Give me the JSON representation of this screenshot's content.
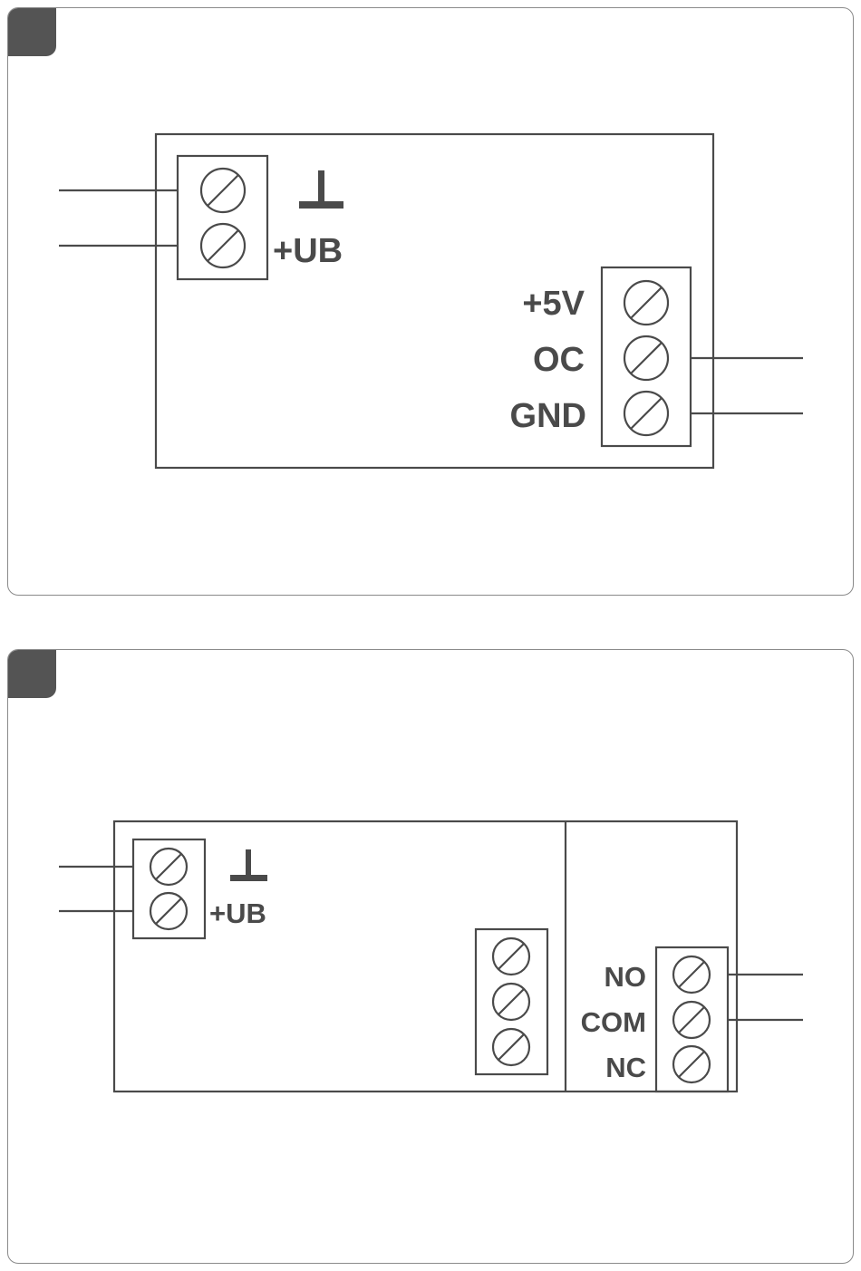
{
  "diagram_1": {
    "labels": {
      "supply_plus": "+UB",
      "out_5v": "+5V",
      "out_oc": "OC",
      "out_gnd": "GND"
    },
    "icons": [
      "ground-symbol",
      "screw-terminal"
    ]
  },
  "diagram_2": {
    "labels": {
      "supply_plus": "+UB",
      "relay_no": "NO",
      "relay_com": "COM",
      "relay_nc": "NC"
    },
    "icons": [
      "ground-symbol",
      "screw-terminal"
    ]
  },
  "colors": {
    "stroke": "#4a4a4a",
    "label": "#4a4a4a",
    "badge": "#545454",
    "panel_border": "#8a8a8a"
  }
}
